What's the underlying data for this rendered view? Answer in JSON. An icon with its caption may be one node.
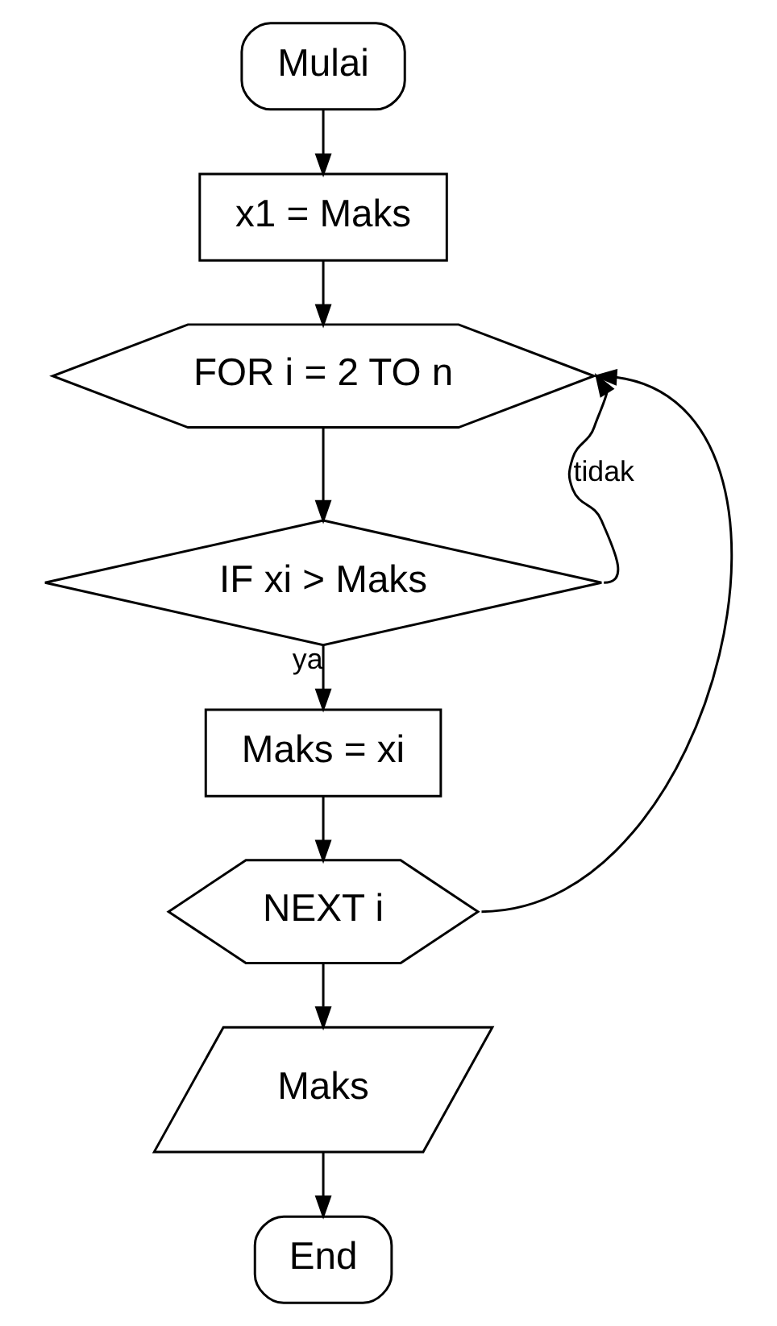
{
  "diagram": {
    "nodes": [
      {
        "text": [
          "Mulai"
        ]
      },
      {
        "text": [
          "x1 = Maks"
        ]
      },
      {
        "text": [
          "FOR i = 2 TO n"
        ]
      },
      {
        "text": [
          "IF xi > Maks"
        ]
      },
      {
        "text": [
          "Maks = xi"
        ]
      },
      {
        "text": [
          "NEXT i"
        ]
      },
      {
        "text": [
          "Maks"
        ]
      },
      {
        "text": [
          "End"
        ]
      }
    ],
    "edges": [
      {
        "from": 0,
        "to": 1,
        "arrow": "to"
      },
      {
        "from": 1,
        "to": 2,
        "arrow": "to"
      },
      {
        "from": 2,
        "to": 3,
        "arrow": "to"
      },
      {
        "from": 3,
        "to": 4,
        "arrow": "to",
        "label": "ya"
      },
      {
        "from": 3,
        "to": 2,
        "arrow": "to",
        "label": "tidak"
      },
      {
        "from": 4,
        "to": 5,
        "arrow": "to"
      },
      {
        "from": 5,
        "to": 2,
        "arrow": "to"
      },
      {
        "from": 5,
        "to": 6,
        "arrow": "to"
      },
      {
        "from": 6,
        "to": 7,
        "arrow": "to"
      }
    ]
  }
}
